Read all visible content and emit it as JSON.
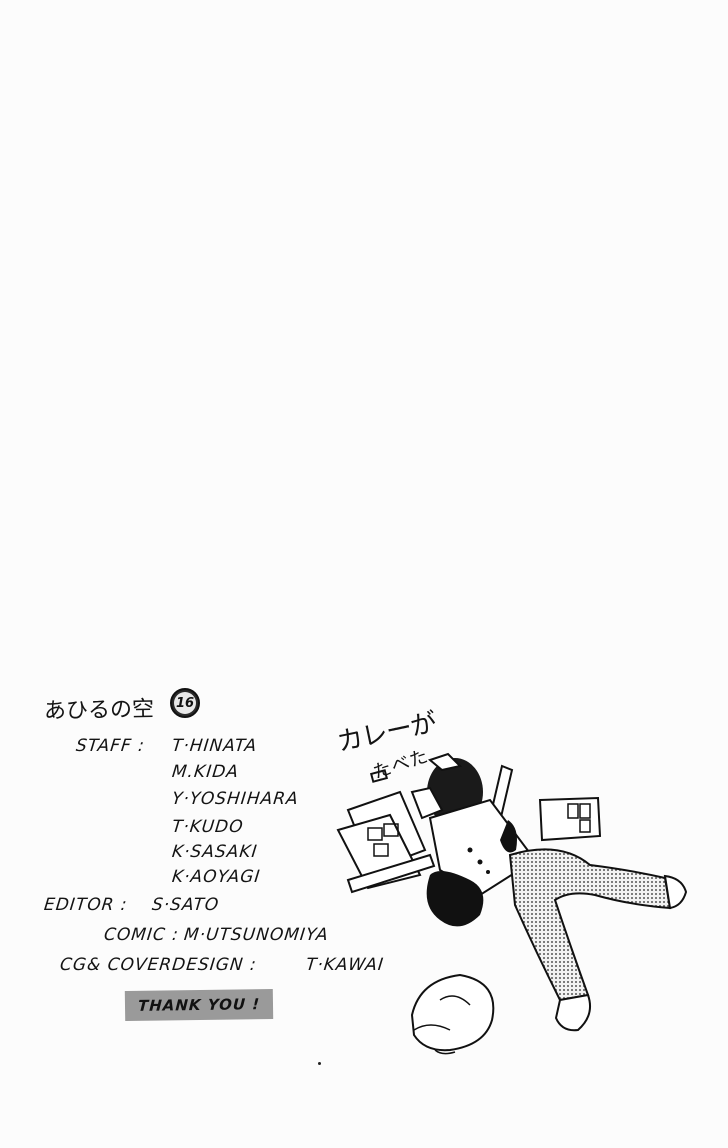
{
  "page": {
    "background": "#fcfcfc",
    "ink_color": "#141414",
    "highlight_color": "#9a9a9a"
  },
  "header": {
    "series_title": "あひるの空",
    "volume_number": "16"
  },
  "credits": {
    "staff_label": "STAFF :",
    "staff": [
      "T·HINATA",
      "M.KIDA",
      "Y·YOSHIHARA",
      "T·KUDO",
      "K·SASAKI",
      "K·AOYAGI"
    ],
    "editor_label": "EDITOR :",
    "editor": "S·SATO",
    "comic_label": "COMIC :",
    "comic": "M·UTSUNOMIYA",
    "cg_label": "CG& COVERDESIGN :",
    "cg": "T·KAWAI",
    "thanks": "THANK YOU !"
  },
  "illustration": {
    "description": "collapsed manga artist lying on floor among manuscript pages, with sleeping cat",
    "sfx_line1": "カレーが",
    "sfx_line2": "たべた"
  }
}
